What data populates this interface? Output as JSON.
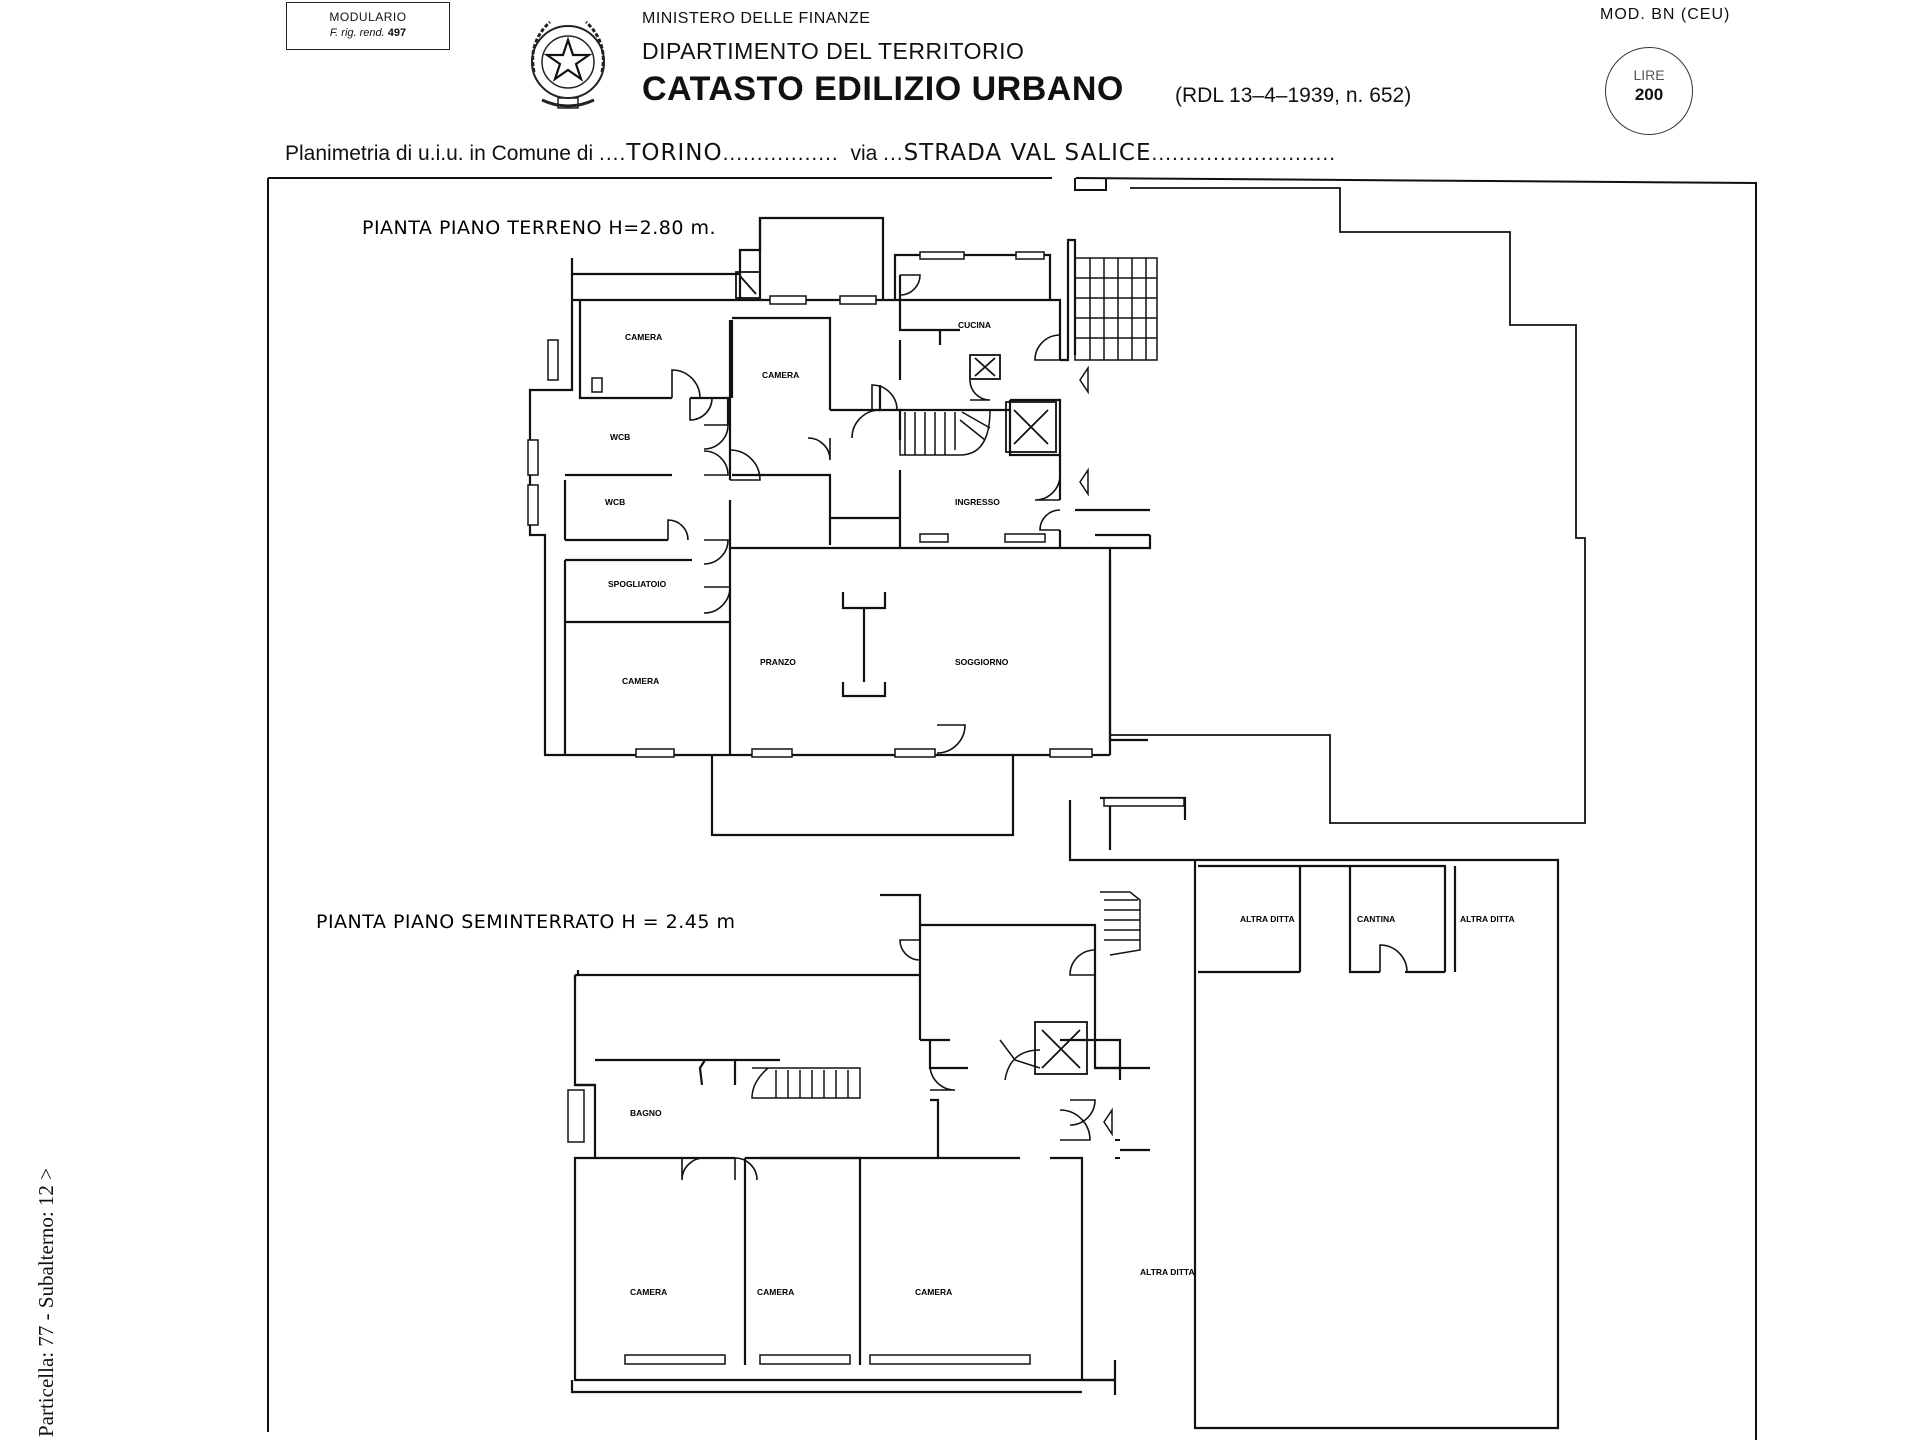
{
  "header": {
    "modulario_line1": "MODULARIO",
    "modulario_line2_prefix": "F. rig. rend.",
    "modulario_line2_num": "497",
    "ministry": "MINISTERO DELLE FINANZE",
    "department": "DIPARTIMENTO DEL TERRITORIO",
    "title": "CATASTO EDILIZIO URBANO",
    "law": "(RDL 13–4–1939, n. 652)",
    "mod_code": "MOD. BN (CEU)",
    "stamp_top": "LIRE",
    "stamp_value": "200"
  },
  "subject": {
    "label_prefix": "Planimetria di u.i.u. in Comune di",
    "comune": "TORINO",
    "via_label": "via",
    "via": "STRADA VAL SALICE"
  },
  "side_text": "Particella: 77 - Subalterno: 12 >",
  "floors": [
    {
      "title": "PIANTA PIANO TERRENO H=2.80 m.",
      "rooms": [
        "CAMERA",
        "CAMERA",
        "CUCINA",
        "WCB",
        "WCB",
        "INGRESSO",
        "SPOGLIATOIO",
        "CAMERA",
        "PRANZO",
        "SOGGIORNO"
      ]
    },
    {
      "title": "PIANTA PIANO SEMINTERRATO   H = 2.45 m",
      "rooms": [
        "ALTRA DITTA",
        "CANTINA",
        "ALTRA DITTA",
        "BAGNO",
        "CAMERA",
        "CAMERA",
        "CAMERA",
        "ALTRA DITTA"
      ]
    }
  ],
  "icons": [
    "emblem-icon",
    "door-swing-icon",
    "stair-icon",
    "elevator-icon"
  ]
}
